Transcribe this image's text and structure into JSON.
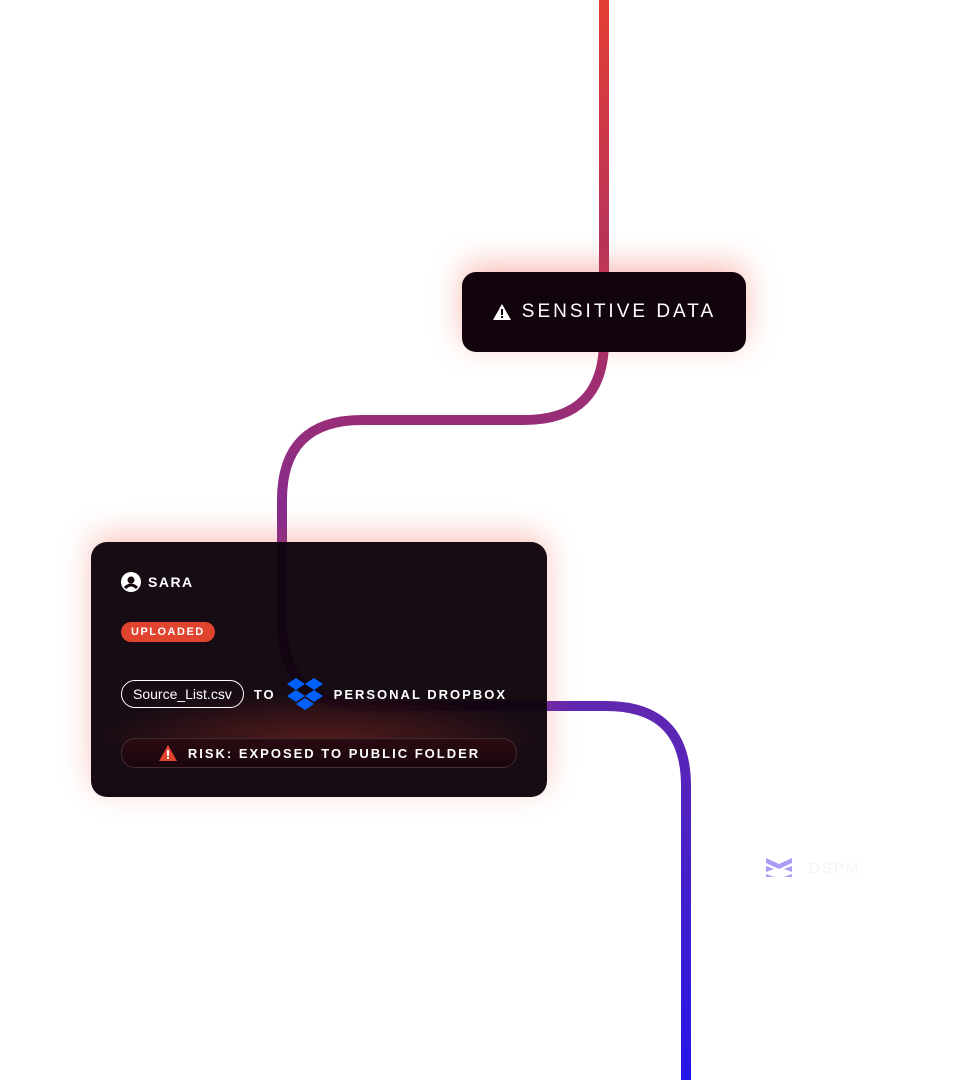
{
  "sensitive": {
    "label": "SENSITIVE DATA",
    "icon": "warning-icon"
  },
  "event": {
    "user": "SARA",
    "action": "UPLOADED",
    "file": "Source_List.csv",
    "connector": "TO",
    "destination": "PERSONAL DROPBOX",
    "risk": "RISK: EXPOSED TO PUBLIC FOLDER"
  },
  "brand": {
    "name": "DSPM"
  },
  "colors": {
    "red": "#e0432e",
    "purple": "#8a2f8a",
    "blue": "#2b16e6",
    "dropbox": "#0061fe",
    "card": "#12040d"
  }
}
